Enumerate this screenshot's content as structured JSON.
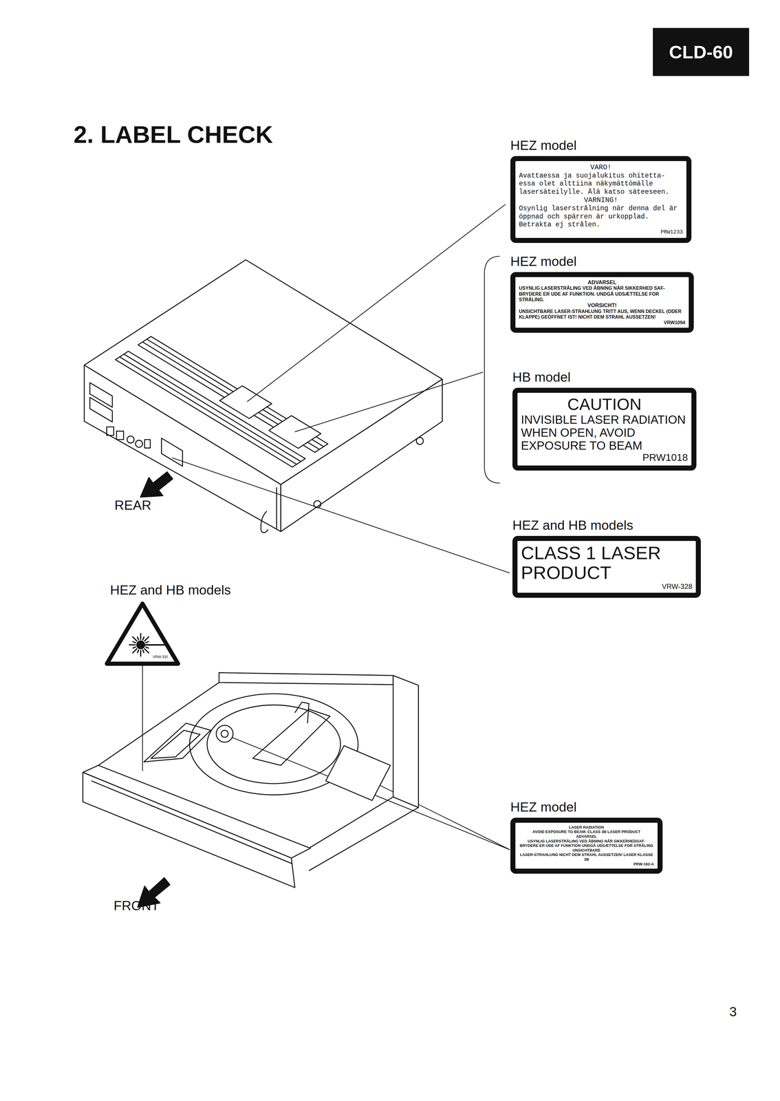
{
  "diagram": {
    "title": "2. LABEL CHECK",
    "nodes": [
      {
        "text": [
          "CLD-60"
        ]
      },
      {
        "text": [
          "HEZ model",
          "VARO!",
          "Avattaessa ja suojalukitus ohitetta- essa olet alttiina näkymättömälle lasersäteilylle. Älä katso säteeseen.",
          "VARNING!",
          "Osynlig laserstrålning när denna del är öppnad och spärren är urkopplad. Betrakta ej strålen.",
          "PRW1233"
        ]
      },
      {
        "text": [
          "HEZ model",
          "ADVARSEL",
          "USYNLIG LASERSTRÅLING VED ÅBNING NÅR SIKKERHED SAF- BRYDERE ER UDE AF FUNKTION. UNDGÅ UDSÆTTELSE FOR STRÅLING.",
          "VORSICHT!",
          "UNSICHTBARE LASER-STRAHLUNG TRITT AUS, WENN DECKEL (ODER KLAPPE) GEÖFFNET IST! NICHT DEM STRAHL AUSSETZEN!",
          "VRW1094"
        ]
      },
      {
        "text": [
          "HB model",
          "CAUTION",
          "INVISIBLE LASER RADIATION WHEN OPEN, AVOID EXPOSURE TO BEAM",
          "PRW1018"
        ]
      },
      {
        "text": [
          "HEZ and HB models",
          "CLASS 1 LASER PRODUCT",
          "VRW-328"
        ]
      },
      {
        "text": [
          "HEZ and HB models",
          "VRW-330"
        ]
      },
      {
        "text": [
          "HEZ model",
          "LASER RADIATION",
          "AVOID EXPOSURE TO BEAM. CLASS 3B LASER PRODUCT",
          "ADVARSEL",
          "USYNLIG LASERSTRÅLING VED ÅBNING NÅR SIKKERHEDSAF- BRYDERE ER UDE AF FUNKTION UNDGÅ UDSÆTTELSE FOR STRÅLING",
          "UNSICHTBARE",
          "LASER-STRAHLUNG NICHT DEM STRAHL AUSSETZEN! LASER KLASSE 3B",
          "PRW-162-A"
        ]
      }
    ],
    "labels": [
      "REAR",
      "FRONT",
      "3"
    ]
  }
}
